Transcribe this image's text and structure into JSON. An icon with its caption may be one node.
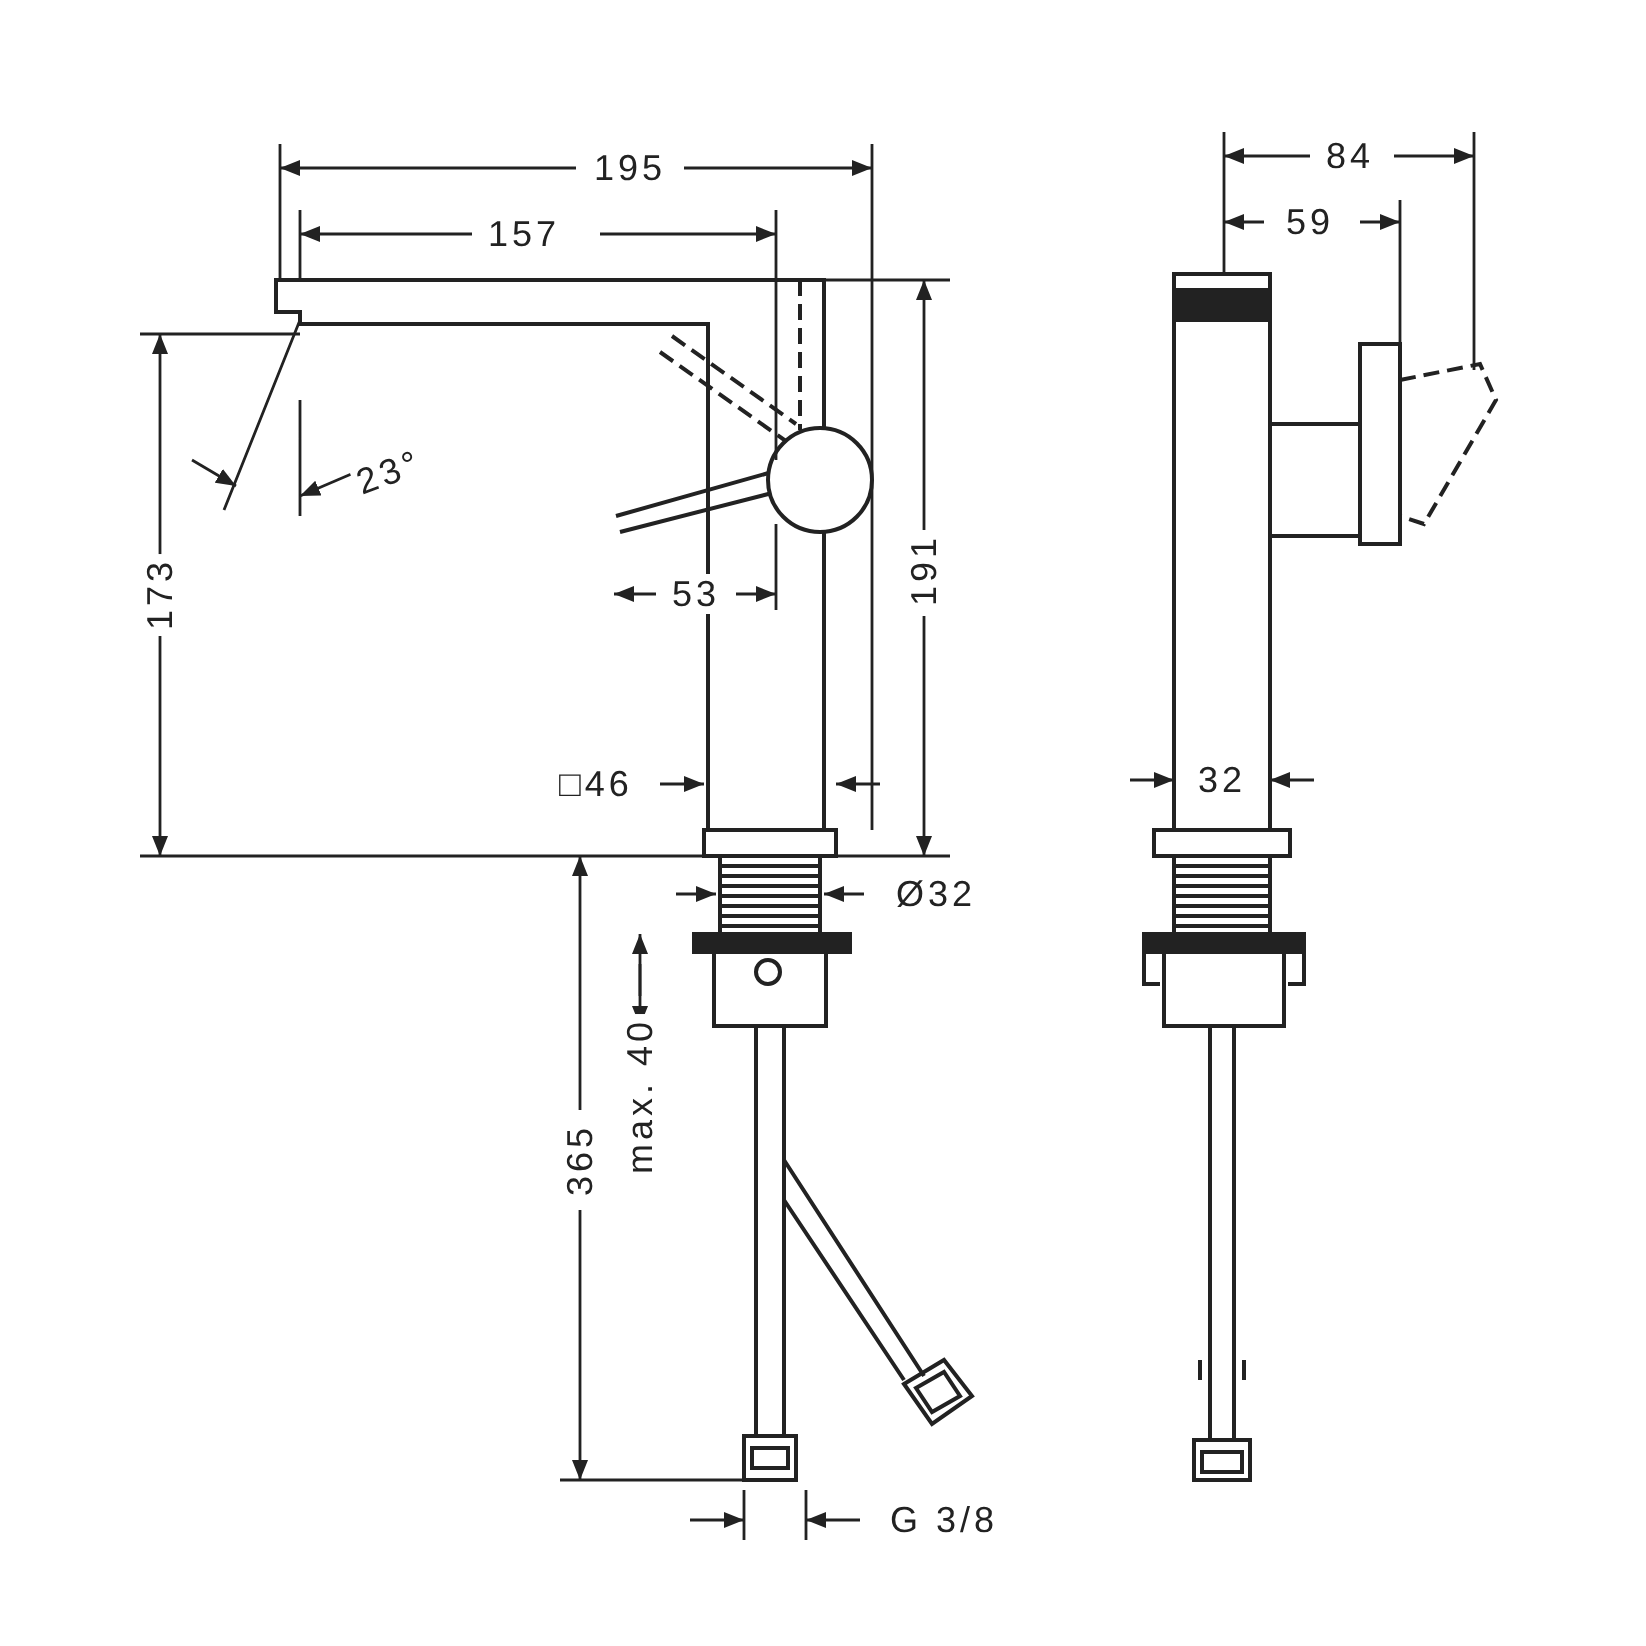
{
  "diagram": {
    "labels": [
      "195",
      "157",
      "84",
      "59",
      "173",
      "23°",
      "191",
      "53",
      "□46",
      "32",
      "Ø32",
      "max. 40",
      "365",
      "G 3/8"
    ]
  }
}
